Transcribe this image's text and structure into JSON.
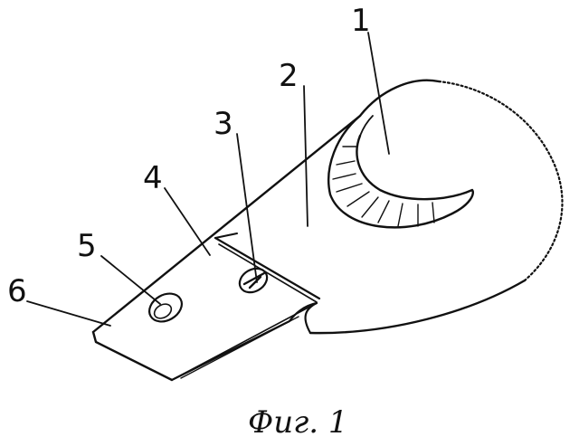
{
  "labels": {
    "l1": "1",
    "l2": "2",
    "l3": "3",
    "l4": "4",
    "l5": "5",
    "l6": "6"
  },
  "caption": "Фиг. 1"
}
